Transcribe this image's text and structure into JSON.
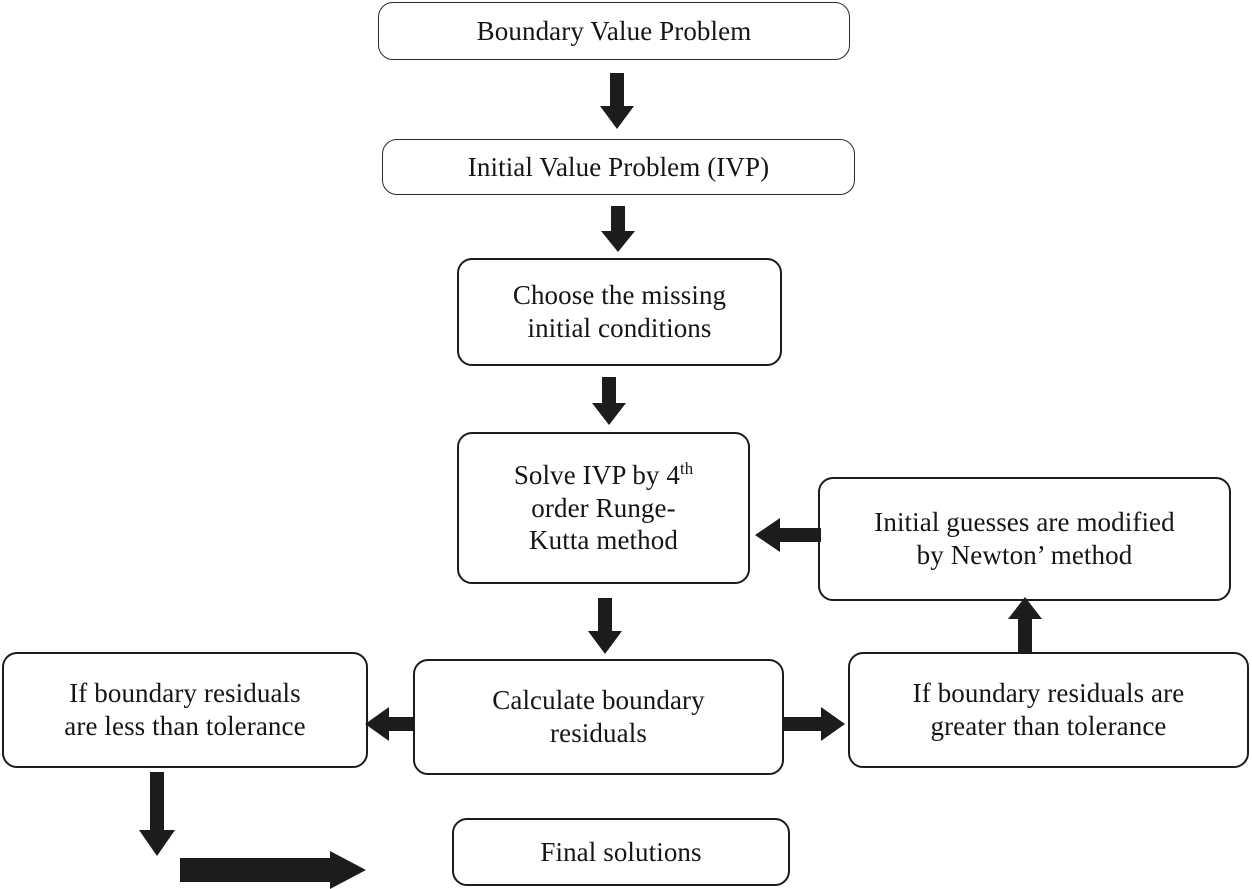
{
  "diagram": {
    "title": "Shooting method flowchart for boundary value problems",
    "background": "#ffffff",
    "ink": "#1c1c1c",
    "nodes": [
      {
        "id": "bvp",
        "label": "Boundary Value Problem"
      },
      {
        "id": "ivp",
        "label": "Initial Value Problem (IVP)"
      },
      {
        "id": "guess",
        "label": "Choose the missing\ninitial conditions"
      },
      {
        "id": "rk4_pre",
        "label": "Solve IVP by 4"
      },
      {
        "id": "rk4_sup",
        "label": "th"
      },
      {
        "id": "rk4_post",
        "label": "\norder Runge-\nKutta method"
      },
      {
        "id": "newton",
        "label": "Initial guesses are modified\nby Newton’ method"
      },
      {
        "id": "residuals",
        "label": "Calculate boundary\nresiduals"
      },
      {
        "id": "less",
        "label": "If boundary residuals\nare less than tolerance"
      },
      {
        "id": "greater",
        "label": "If boundary residuals are\ngreater than tolerance"
      },
      {
        "id": "final",
        "label": "Final solutions"
      }
    ],
    "edges": [
      {
        "id": "bvp-to-ivp",
        "from": "bvp",
        "to": "ivp",
        "direction": "down"
      },
      {
        "id": "ivp-to-guess",
        "from": "ivp",
        "to": "guess",
        "direction": "down"
      },
      {
        "id": "guess-to-rk4",
        "from": "guess",
        "to": "rk4",
        "direction": "down"
      },
      {
        "id": "newton-to-rk4",
        "from": "newton",
        "to": "rk4",
        "direction": "left"
      },
      {
        "id": "rk4-to-residuals",
        "from": "rk4",
        "to": "residuals",
        "direction": "down"
      },
      {
        "id": "residuals-to-less",
        "from": "residuals",
        "to": "less",
        "direction": "left"
      },
      {
        "id": "residuals-to-greater",
        "from": "residuals",
        "to": "greater",
        "direction": "right"
      },
      {
        "id": "greater-to-newton",
        "from": "greater",
        "to": "newton",
        "direction": "up"
      },
      {
        "id": "less-down",
        "from": "less",
        "to": "",
        "direction": "down"
      },
      {
        "id": "to-final",
        "from": "",
        "to": "final",
        "direction": "right"
      }
    ]
  }
}
